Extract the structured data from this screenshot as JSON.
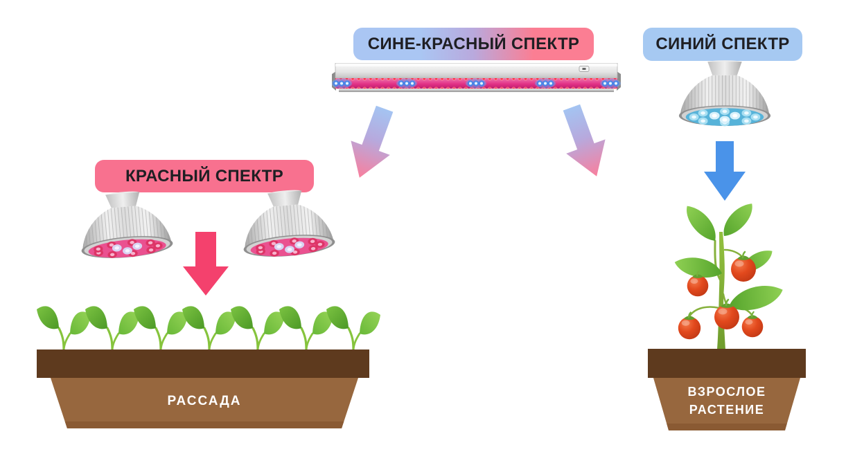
{
  "labels": {
    "blue_red": {
      "text": "СИНЕ-КРАСНЫЙ СПЕКТР",
      "bg_from": "#aac6f3",
      "bg_to": "#fb7e93"
    },
    "red": {
      "text": "КРАСНЫЙ СПЕКТР",
      "bg": "#f8718f"
    },
    "blue": {
      "text": "СИНИЙ СПЕКТР",
      "bg": "#a6c9f2"
    }
  },
  "planters": {
    "seedlings": {
      "label": "РАССАДА"
    },
    "adult": {
      "label_line1": "ВЗРОСЛОЕ",
      "label_line2": "РАСТЕНИЕ"
    }
  },
  "colors": {
    "red_arrow": "#f4416d",
    "blue_arrow": "#4a93e9",
    "gradient_arrow_from": "#a4c4f2",
    "gradient_arrow_to": "#f97f9d",
    "planter_rim": "#5e3a1e",
    "planter_body": "#97673e",
    "label_text": "#1f1f23"
  },
  "icons": {
    "led_bar": "led-grow-light-bar",
    "red_lamp": "red-spectrum-led-lamp",
    "blue_lamp": "blue-spectrum-led-lamp",
    "seedling": "seedling-sprout",
    "adult_plant": "tomato-plant"
  }
}
